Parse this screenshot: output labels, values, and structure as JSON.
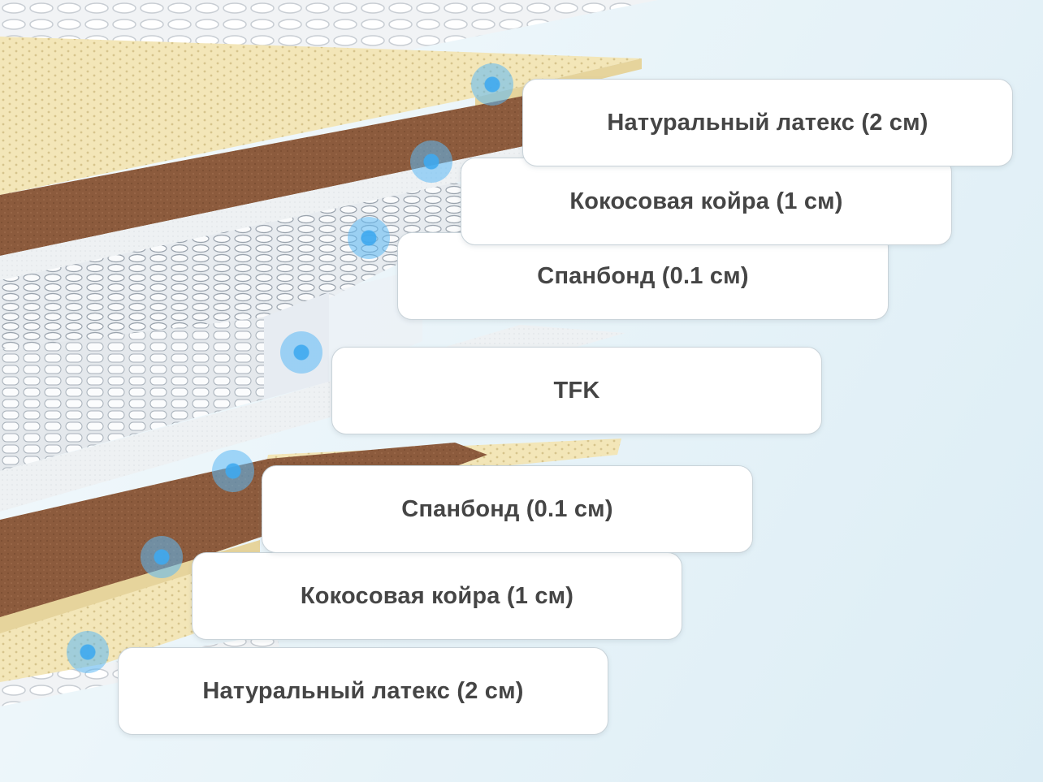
{
  "layers": [
    {
      "id": "top-latex",
      "label": "Натуральный латекс (2 см)"
    },
    {
      "id": "top-coir",
      "label": "Кокосовая койра (1 см)"
    },
    {
      "id": "top-spunbond",
      "label": "Спанбонд (0.1 см)"
    },
    {
      "id": "tfk",
      "label": "TFK"
    },
    {
      "id": "bot-spunbond",
      "label": "Спанбонд (0.1 см)"
    },
    {
      "id": "bot-coir",
      "label": "Кокосовая койра (1 см)"
    },
    {
      "id": "bot-latex",
      "label": "Натуральный латекс (2 см)"
    }
  ],
  "colors": {
    "latex": "#f3e6b8",
    "coir": "#8a5a3c",
    "spunbond": "#f2f4f6",
    "springs": "#d9dee4",
    "marker": "#3fa9ef",
    "label_text": "#454545"
  }
}
